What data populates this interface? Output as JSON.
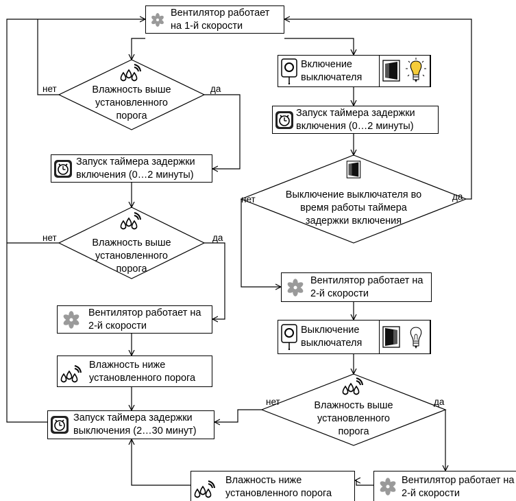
{
  "nodes": {
    "fan1": "Вентилятор работает на 1-й скорости",
    "sw_on": "Включение выключателя",
    "timer_on_r": "Запуск таймера задержки включения (0…2 минуты)",
    "dec_off": "Выключение выключателя во время работы таймера задержки включения",
    "hum1": "Влажность выше установленного порога",
    "timer_on_l": "Запуск таймера задержки включения (0…2 минуты)",
    "hum2": "Влажность выше установленного порога",
    "fan2_l": "Вентилятор работает на 2-й скорости",
    "hum_low_l": "Влажность ниже установленного порога",
    "timer_off": "Запуск таймера задержки выключения (2…30 минут)",
    "fan2_r": "Вентилятор работает на 2-й скорости",
    "sw_off": "Выключение выключателя",
    "hum3": "Влажность выше установленного порога",
    "hum_low_b": "Влажность ниже установленного порога",
    "fan2_br": "Вентилятор работает на 2-й скорости"
  },
  "labels": {
    "yes": "да",
    "no": "нет"
  },
  "colors": {
    "line": "#000000",
    "fan": "#9a9a9a",
    "bulb": "#f5cc3a"
  },
  "icons": [
    "fan-icon",
    "humidity-icon",
    "timer-icon",
    "wall-switch-icon",
    "rocker-switch-icon",
    "bulb-on-icon",
    "bulb-off-icon"
  ]
}
